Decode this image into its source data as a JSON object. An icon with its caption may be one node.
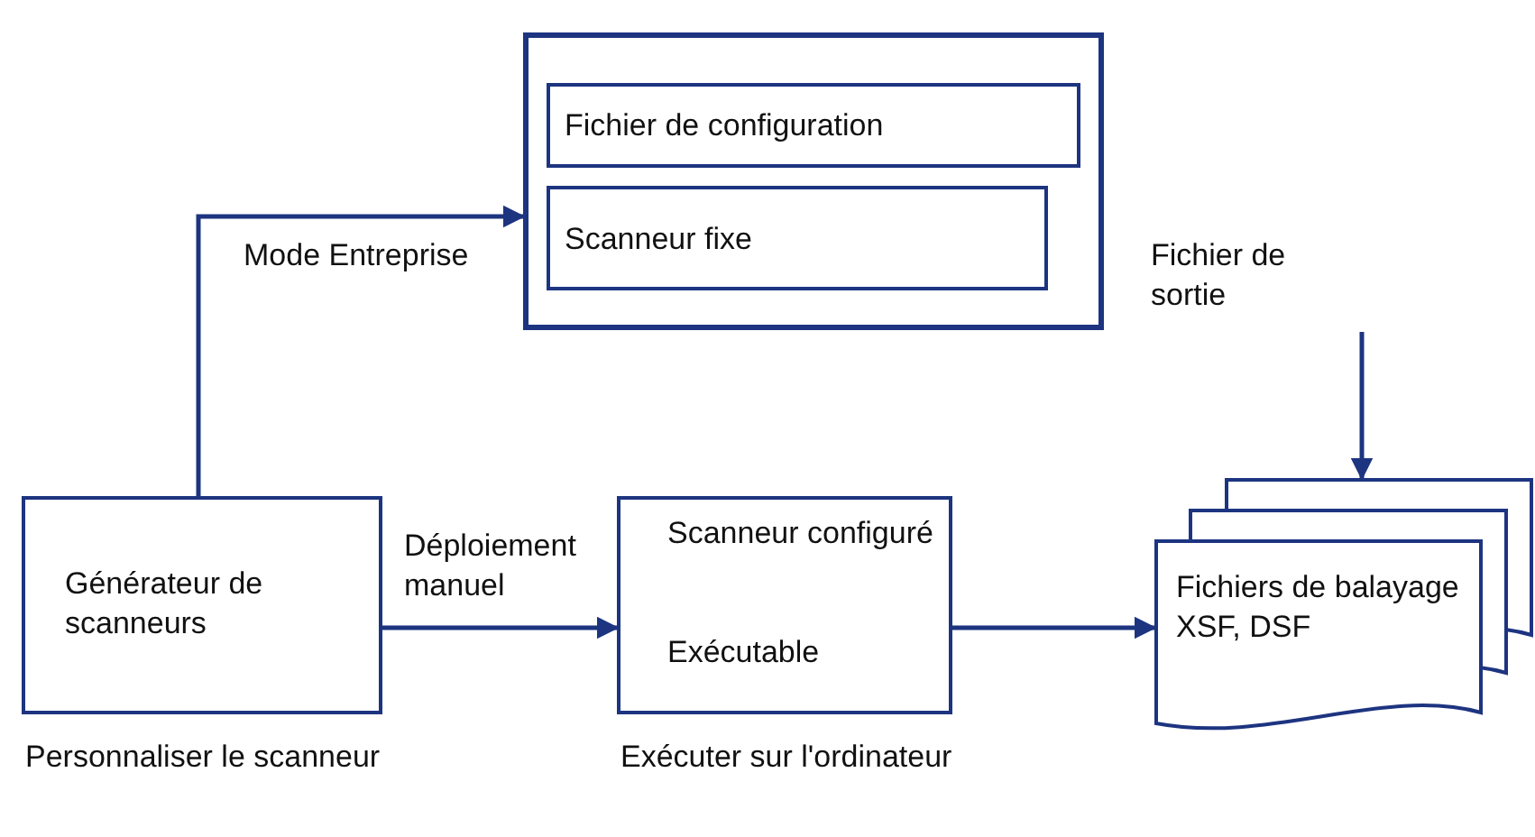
{
  "diagram": {
    "nodes": [
      {
        "text": [],
        "shape": "box"
      },
      {
        "text": [
          "Fichier de configuration"
        ],
        "in": 0
      },
      {
        "text": [
          "Scanneur fixe"
        ],
        "in": 0
      },
      {
        "text": [
          "Générateur de scanneurs"
        ],
        "beside": [
          "Personnaliser le scanneur"
        ]
      },
      {
        "text": [
          "Scanneur configuré",
          "Exécutable"
        ],
        "beside": [
          "Exécuter sur l'ordinateur"
        ]
      },
      {
        "text": [
          "Fichiers de balayage XSF, DSF"
        ]
      }
    ],
    "edges": [
      {
        "from": 3,
        "to": 0,
        "arrow": "to",
        "label": "Mode Entreprise"
      },
      {
        "from": 3,
        "to": 4,
        "arrow": "to",
        "label": "Déploiement manuel"
      },
      {
        "from": 4,
        "to": 5,
        "arrow": "to"
      },
      {
        "from": null,
        "to": 5,
        "arrow": "to",
        "label": "Fichier de sortie"
      }
    ]
  }
}
